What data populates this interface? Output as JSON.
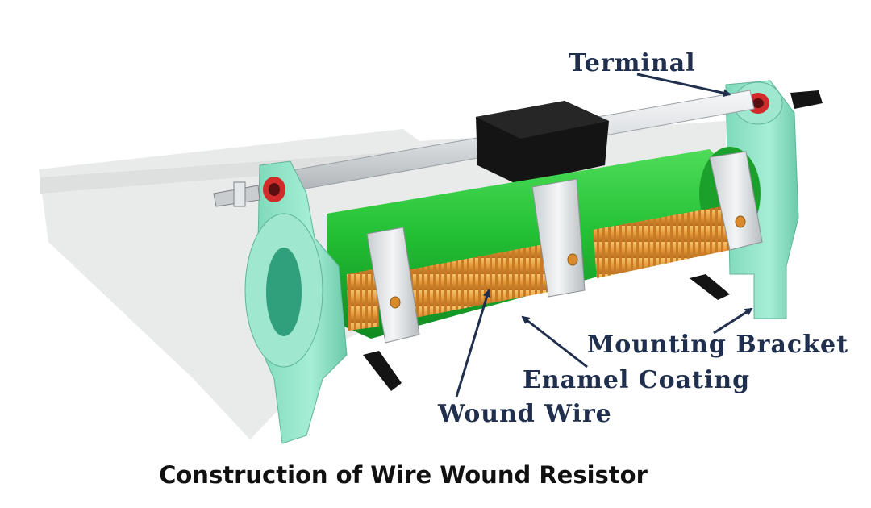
{
  "diagram": {
    "labels": {
      "terminal": "Terminal",
      "mounting_bracket": "Mounting Bracket",
      "enamel_coating": "Enamel Coating",
      "wound_wire": "Wound Wire"
    },
    "caption": "Construction of Wire Wound Resistor",
    "colors": {
      "body_green": "#22c034",
      "bracket_mint": "#8fe3c7",
      "wire_copper": "#e39a3a",
      "slider_black": "#141414",
      "label_navy": "#1f2f4d"
    }
  }
}
